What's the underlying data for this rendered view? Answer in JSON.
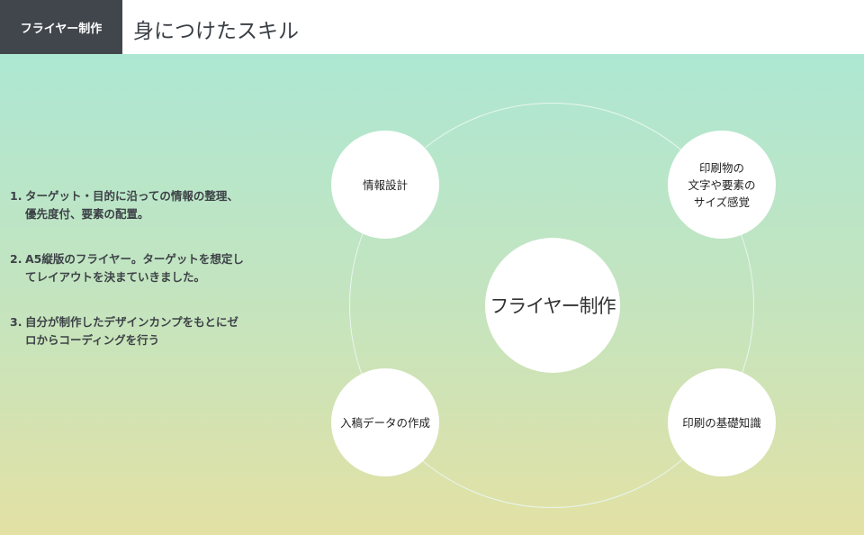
{
  "header": {
    "tag": "フライヤー制作",
    "title": "身につけたスキル"
  },
  "list": [
    {
      "num": "1.",
      "text": "ターゲット・目的に沿っての情報の整理、優先度付、要素の配置。"
    },
    {
      "num": "2.",
      "text": "A5縦版のフライヤー。ターゲットを想定してレイアウトを決まていきました。"
    },
    {
      "num": "3.",
      "text": "自分が制作したデザインカンプをもとにゼロからコーディングを行う"
    }
  ],
  "diagram": {
    "center": "フライヤー制作",
    "nodes": [
      "情報設計",
      "印刷物の\n文字や要素の\nサイズ感覚",
      "入稿データの作成",
      "印刷の基礎知識"
    ]
  }
}
